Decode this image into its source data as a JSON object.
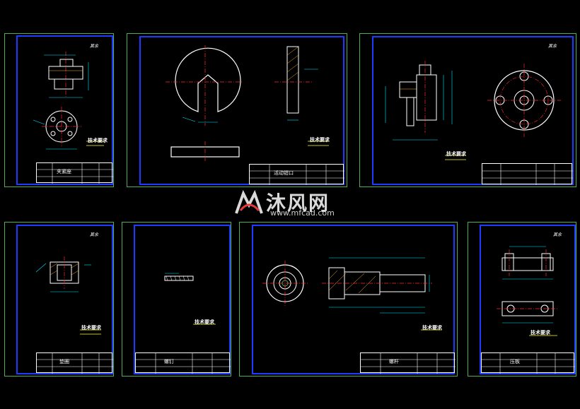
{
  "watermark": {
    "brand_cn": "沐风网",
    "url": "www.mfcad.com"
  },
  "colors": {
    "frame_outer": "#4caf50",
    "frame_inner": "#1e3cff",
    "geometry": "#ffffff",
    "center": "#ff2a2a",
    "dim": "#00e5ff",
    "hatch": "#ffb020",
    "note": "#ffff33"
  },
  "sheets": [
    {
      "id": "s1",
      "part_name": "夹紧座"
    },
    {
      "id": "s2",
      "part_name": "活动钳口"
    },
    {
      "id": "s3",
      "part_name": ""
    },
    {
      "id": "s4",
      "part_name": "垫圈"
    },
    {
      "id": "s5",
      "part_name": "螺钉"
    },
    {
      "id": "s6",
      "part_name": "螺杆"
    },
    {
      "id": "s7",
      "part_name": "压板"
    }
  ],
  "notes": {
    "tech_requirements": "技术要求",
    "scale_mark": "其余"
  }
}
